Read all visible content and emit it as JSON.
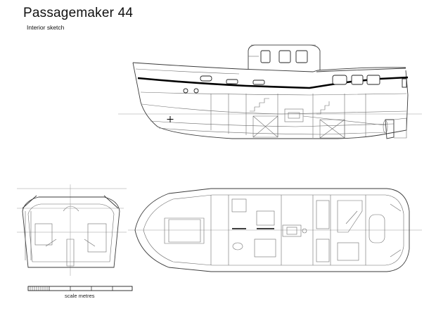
{
  "drawing": {
    "title": "Passagemaker 44",
    "subtitle": "Interior sketch"
  },
  "scale_bar": {
    "label": "scale metres"
  },
  "colors": {
    "line": "#6d6d6d",
    "sheer_stripe": "#000000",
    "background": "#ffffff"
  }
}
